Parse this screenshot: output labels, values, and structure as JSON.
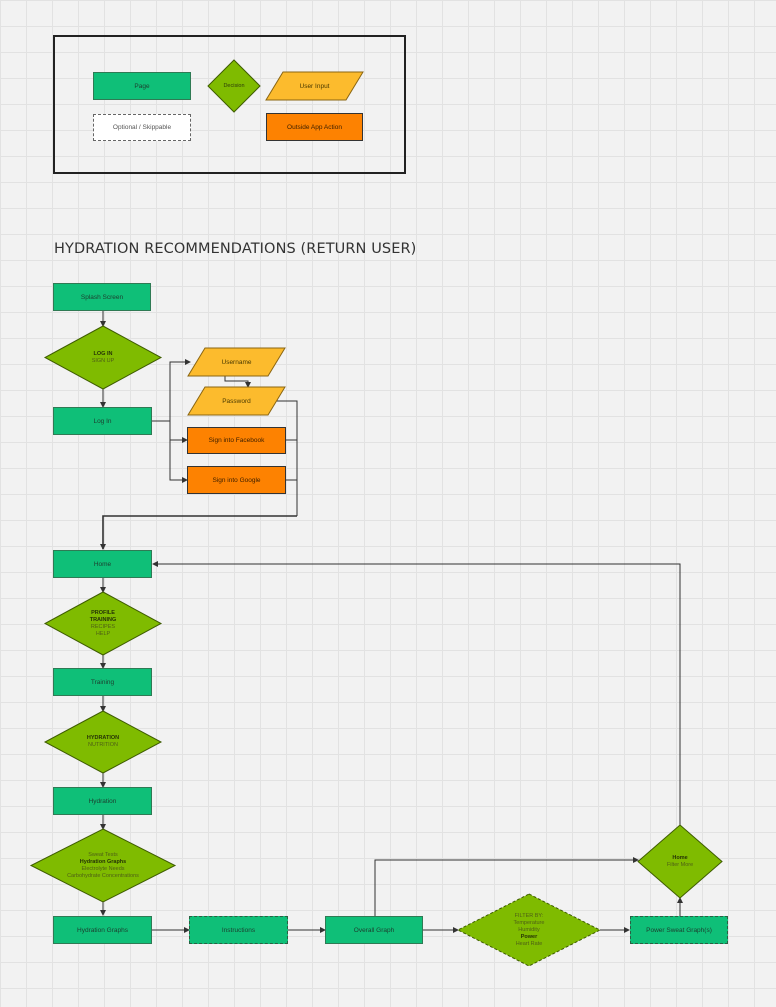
{
  "title": "HYDRATION RECOMMENDATIONS  (RETURN USER)",
  "colors": {
    "page": "#0fbf78",
    "decision": "#7fbb00",
    "user_input": "#fcbb2d",
    "outside_app": "#fd8201",
    "connector": "#333333"
  },
  "legend": {
    "page": "Page",
    "decision": "Decision",
    "user_input": "User Input",
    "optional": "Optional / Skippable",
    "outside": "Outside App Action"
  },
  "nodes": {
    "splash": "Splash Screen",
    "decision_login": {
      "bold": "LOG IN",
      "faint": "SIGN UP"
    },
    "login": "Log In",
    "username": "Username",
    "password": "Password",
    "facebook": "Sign into Facebook",
    "google": "Sign into Google",
    "home": "Home",
    "decision_home": {
      "bold": [
        "PROFILE",
        "TRAINING"
      ],
      "faint": [
        "RECIPES",
        "HELP"
      ]
    },
    "training": "Training",
    "decision_training": {
      "bold": "HYDRATION",
      "faint": "NUTRITION"
    },
    "hydration": "Hydration",
    "decision_hydration": {
      "line1": "Sweat Tests",
      "bold": "Hydration Graphs",
      "line3": "Electrolyte Needs",
      "line4": "Carbohydrate Concentrations"
    },
    "hydration_graphs": "Hydration Graphs",
    "instructions": "Instructions",
    "overall_graph": "Overall Graph",
    "decision_filter": {
      "line1": "FILTER BY:",
      "line2": "Temperature",
      "line3": "Humidity",
      "bold": "Power",
      "line5": "Heart Rate"
    },
    "power_sweat": "Power Sweat Graph(s)",
    "decision_end": {
      "bold": "Home",
      "faint": "Filter More"
    }
  }
}
